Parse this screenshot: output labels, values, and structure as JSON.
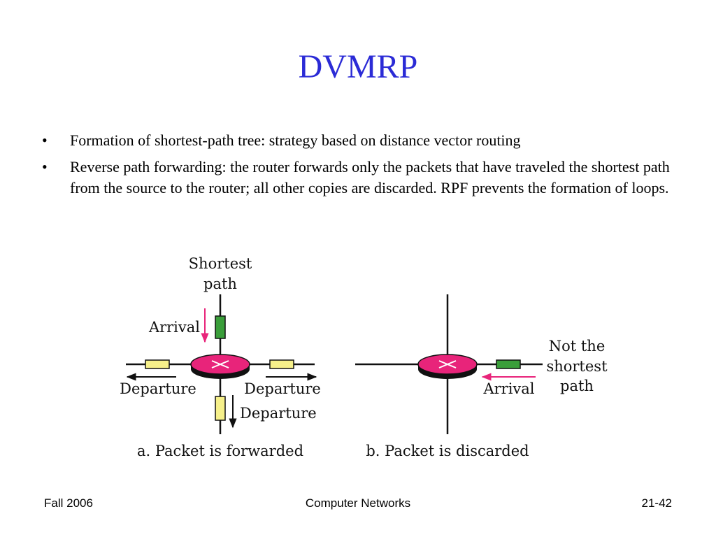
{
  "slide": {
    "title": "DVMRP",
    "bullets": [
      "Formation of shortest-path tree: strategy based on distance vector routing",
      "Reverse path forwarding: the router forwards only the packets that have traveled the shortest path from the source to the router; all other copies are discarded. RPF prevents the formation of loops."
    ],
    "bullet_glyph": "•"
  },
  "diagram": {
    "panel_a": {
      "shortest_label_1": "Shortest",
      "shortest_label_2": "path",
      "arrival": "Arrival",
      "departure_left": "Departure",
      "departure_right": "Departure",
      "departure_bottom": "Departure",
      "caption": "a. Packet is forwarded"
    },
    "panel_b": {
      "not_label_1": "Not the",
      "not_label_2": "shortest",
      "not_label_3": "path",
      "arrival": "Arrival",
      "caption": "b. Packet is discarded"
    },
    "colors": {
      "router": "#e8247a",
      "router_shadow": "#111111",
      "arrival_packet": "#3a9e3a",
      "departure_packet": "#f6f08a",
      "arrival_arrow": "#e8247a"
    }
  },
  "footer": {
    "left": "Fall 2006",
    "center": "Computer Networks",
    "right": "21-42"
  },
  "colors": {
    "title": "#2b2bd6"
  }
}
